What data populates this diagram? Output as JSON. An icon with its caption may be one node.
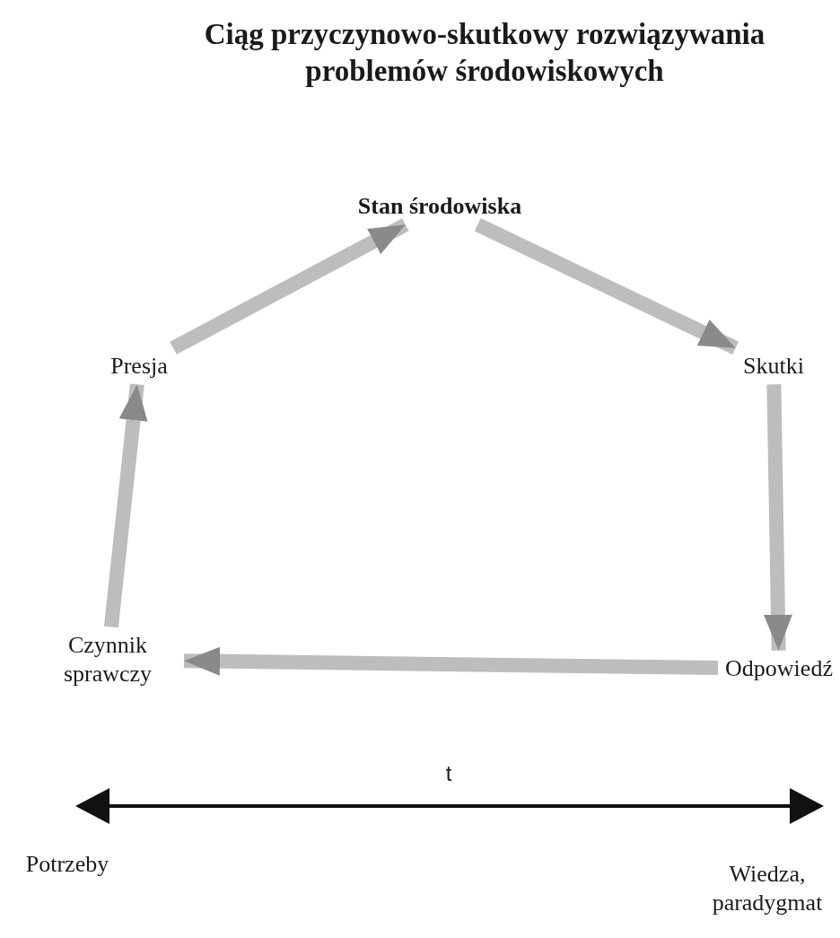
{
  "diagram": {
    "title": "Ciąg przyczynowo-skutkowy rozwiązywania problemów środowiskowych",
    "nodes": [
      {
        "text": [
          "Stan środowiska"
        ]
      },
      {
        "text": [
          "Skutki"
        ]
      },
      {
        "text": [
          "Odpowiedź"
        ]
      },
      {
        "text": [
          "Czynnik sprawczy"
        ]
      },
      {
        "text": [
          "Presja"
        ]
      }
    ],
    "edges": [
      {
        "from": 4,
        "to": 0,
        "arrow": "to"
      },
      {
        "from": 0,
        "to": 1,
        "arrow": "to"
      },
      {
        "from": 1,
        "to": 2,
        "arrow": "to"
      },
      {
        "from": 2,
        "to": 3,
        "arrow": "to"
      },
      {
        "from": 3,
        "to": 4,
        "arrow": "to"
      }
    ],
    "labels": [
      "t",
      "Potrzeby",
      "Wiedza, paradygmat"
    ]
  }
}
